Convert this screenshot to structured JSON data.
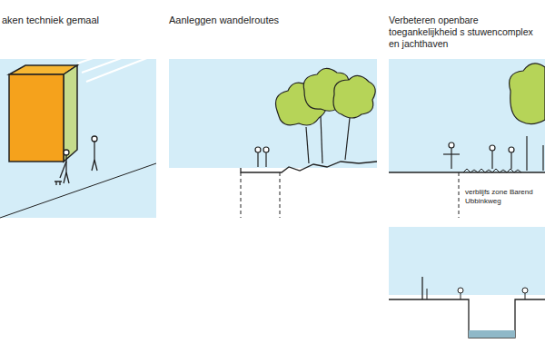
{
  "diagram": {
    "labels": [
      "aken techniek gemaal",
      "Aanleggen wandelroutes",
      "Verbeteren openbare toegankelijkheid s stuwencomplex en jachthaven",
      "verblijfs zone Barend Ubbinkweg"
    ]
  }
}
